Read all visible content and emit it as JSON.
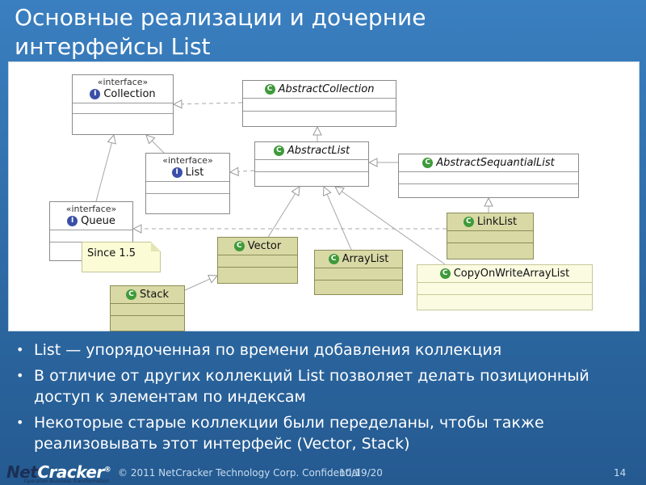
{
  "title": {
    "line1": "Основные реализации и дочерние",
    "line2": "интерфейсы List"
  },
  "diagram": {
    "stereotype": "«interface»",
    "classes": {
      "collection": {
        "name": "Collection",
        "kind": "interface"
      },
      "abstract_collection": {
        "name": "AbstractCollection",
        "kind": "abstract"
      },
      "list": {
        "name": "List",
        "kind": "interface"
      },
      "abstract_list": {
        "name": "AbstractList",
        "kind": "abstract"
      },
      "abstract_sequential_list": {
        "name": "AbstractSequantialList",
        "kind": "abstract"
      },
      "queue": {
        "name": "Queue",
        "kind": "interface"
      },
      "link_list": {
        "name": "LinkList",
        "kind": "class"
      },
      "vector": {
        "name": "Vector",
        "kind": "class"
      },
      "array_list": {
        "name": "ArrayList",
        "kind": "class"
      },
      "copy_on_write_array_list": {
        "name": "CopyOnWriteArrayList",
        "kind": "class"
      },
      "stack": {
        "name": "Stack",
        "kind": "class"
      }
    },
    "note": "Since 1.5",
    "icon_interface_letter": "I",
    "icon_class_letter": "C"
  },
  "bullets": [
    "List — упорядоченная по времени добавления коллекция",
    "В отличие от других коллекций List позволяет делать позиционный доступ к элементам по индексам",
    "Некоторые старые коллекции были переделаны, чтобы также реализовывать этот интерфейс  (Vector, Stack)"
  ],
  "footer": {
    "logo_a": "Net",
    "logo_b": "Cracker",
    "logo_mark": "®",
    "logo_tagline": "Operation Business Transformation",
    "copyright": "© 2011 NetCracker Technology Corp. Confidential",
    "date": "10/19/20",
    "page": "14"
  },
  "colors": {
    "background": "#2e6aa5",
    "class_fill": "#d9d9a6",
    "interface_icon": "#3b4fa8",
    "class_icon": "#3f9a3a"
  }
}
